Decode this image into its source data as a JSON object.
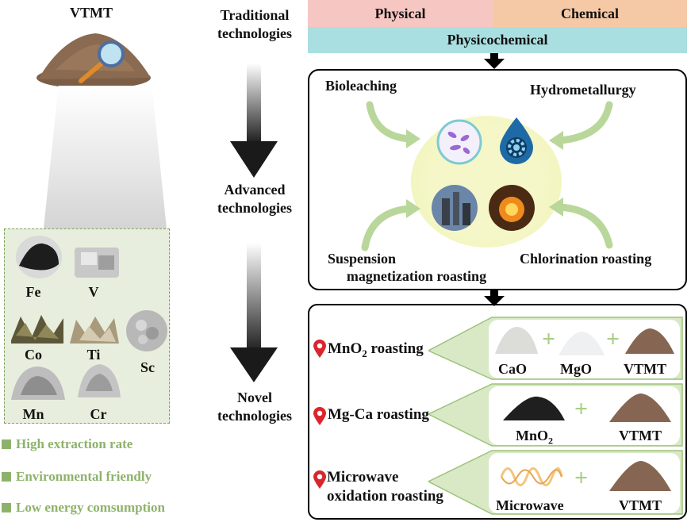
{
  "vtmt_title": "VTMT",
  "metals": {
    "fe": "Fe",
    "v": "V",
    "co": "Co",
    "ti": "Ti",
    "sc": "Sc",
    "mn": "Mn",
    "cr": "Cr"
  },
  "features": [
    "High extraction rate",
    "Environmental friendly",
    "Low energy comsumption"
  ],
  "stages": {
    "traditional": [
      "Traditional",
      "technologies"
    ],
    "advanced": [
      "Advanced",
      "technologies"
    ],
    "novel": [
      "Novel",
      "technologies"
    ]
  },
  "traditional_bars": {
    "physical": "Physical",
    "chemical": "Chemical",
    "physicochemical": "Physicochemical"
  },
  "advanced_methods": {
    "bioleaching": "Bioleaching",
    "hydrometallurgy": "Hydrometallurgy",
    "suspension": [
      "Suspension",
      "magnetization roasting"
    ],
    "chlorination": "Chlorination roasting"
  },
  "novel_methods": {
    "mno2_roasting": "MnO",
    "mno2_sub": "2",
    "mno2_rest": " roasting",
    "mgca_roasting": "Mg-Ca roasting",
    "microwave_roasting": [
      "Microwave",
      "oxidation roasting"
    ]
  },
  "ingredients": {
    "cao": "CaO",
    "mgo": "MgO",
    "vtmt1": "VTMT",
    "mno2": "MnO",
    "mno2_sub": "2",
    "vtmt2": "VTMT",
    "microwave": "Microwave",
    "vtmt3": "VTMT"
  },
  "colors": {
    "physical_bar": "#f6c6c2",
    "chemical_bar": "#f6c9a6",
    "physicochemical_bar": "#a9dfe0",
    "green_accent": "#8db36a",
    "pin_red": "#d9262c"
  }
}
